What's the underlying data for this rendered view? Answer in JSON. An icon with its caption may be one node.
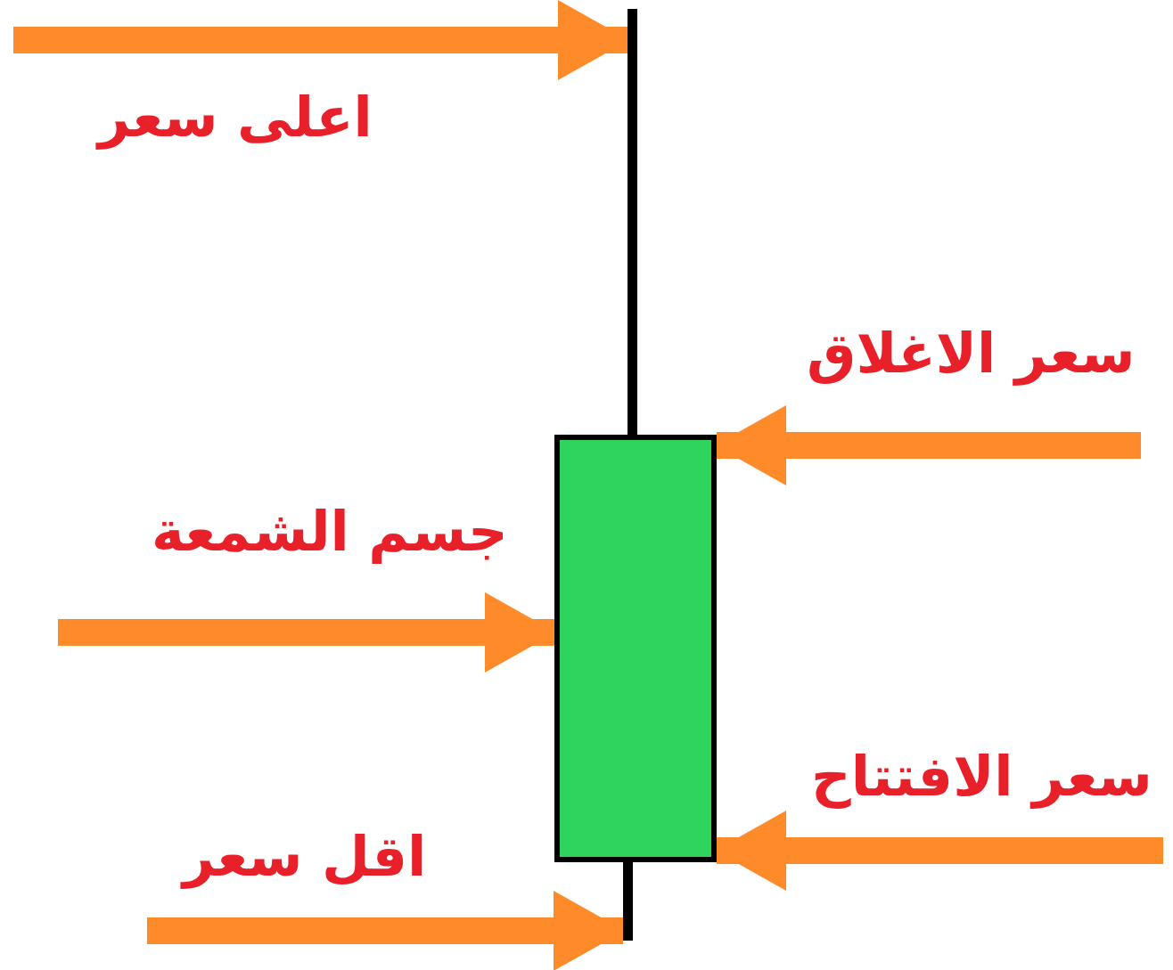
{
  "diagram": {
    "nodes": [
      {
        "text": [],
        "shape": "bar"
      },
      {
        "text": [],
        "shape": "box"
      },
      {
        "text": [],
        "shape": "bar"
      }
    ],
    "edges": [
      {
        "from": null,
        "to": 0,
        "arrow": "to",
        "label": "اعلى سعر"
      },
      {
        "from": null,
        "to": 1,
        "arrow": "to",
        "label": "سعر الاغلاق"
      },
      {
        "from": null,
        "to": 1,
        "arrow": "to",
        "label": "جسم الشمعة"
      },
      {
        "from": null,
        "to": 1,
        "arrow": "to",
        "label": "سعر الافتتاح"
      },
      {
        "from": null,
        "to": 2,
        "arrow": "to",
        "label": "اقل سعر"
      }
    ]
  }
}
